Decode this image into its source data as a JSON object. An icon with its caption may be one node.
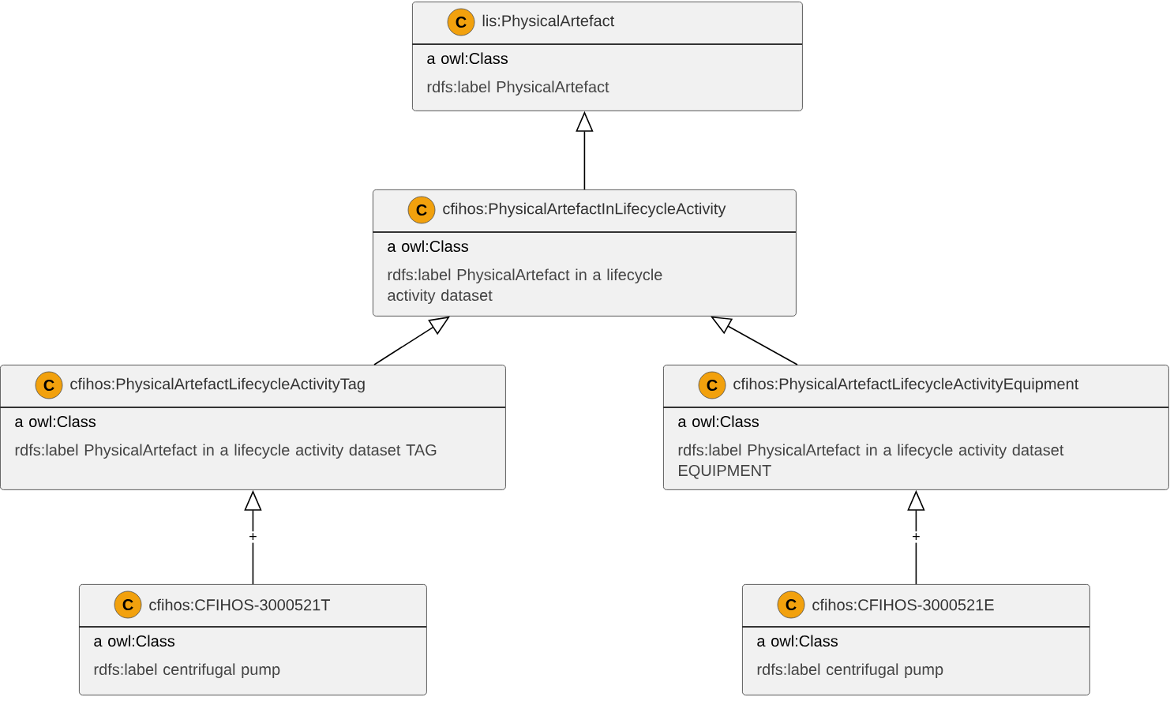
{
  "diagram": {
    "nodes": [
      {
        "text": [
          "lis:PhysicalArtefact",
          "a owl:Class",
          "rdfs:label PhysicalArtefact"
        ]
      },
      {
        "text": [
          "C"
        ],
        "in": 0
      },
      {
        "text": [
          "cfihos:PhysicalArtefactInLifecycleActivity",
          "a owl:Class",
          "rdfs:label PhysicalArtefact in a lifecycle activity dataset"
        ]
      },
      {
        "text": [
          "C"
        ],
        "in": 2
      },
      {
        "text": [
          "cfihos:PhysicalArtefactLifecycleActivityTag",
          "a owl:Class",
          "rdfs:label PhysicalArtefact in a lifecycle activity dataset TAG"
        ]
      },
      {
        "text": [
          "C"
        ],
        "in": 4
      },
      {
        "text": [
          "cfihos:PhysicalArtefactLifecycleActivityEquipment",
          "a owl:Class",
          "rdfs:label PhysicalArtefact in a lifecycle activity dataset EQUIPMENT"
        ]
      },
      {
        "text": [
          "C"
        ],
        "in": 6
      },
      {
        "text": [
          "cfihos:CFIHOS-3000521T",
          "a owl:Class",
          "rdfs:label centrifugal pump"
        ]
      },
      {
        "text": [
          "C"
        ],
        "in": 8
      },
      {
        "text": [
          "cfihos:CFIHOS-3000521E",
          "a owl:Class",
          "rdfs:label centrifugal pump"
        ]
      },
      {
        "text": [
          "C"
        ],
        "in": 10
      }
    ],
    "edges": [
      {
        "from": 2,
        "to": 0,
        "arrow": "to"
      },
      {
        "from": 4,
        "to": 2,
        "arrow": "to"
      },
      {
        "from": 6,
        "to": 2,
        "arrow": "to"
      },
      {
        "from": 8,
        "to": 4,
        "arrow": "to",
        "label": "+"
      },
      {
        "from": 10,
        "to": 6,
        "arrow": "to",
        "label": "+"
      }
    ]
  }
}
